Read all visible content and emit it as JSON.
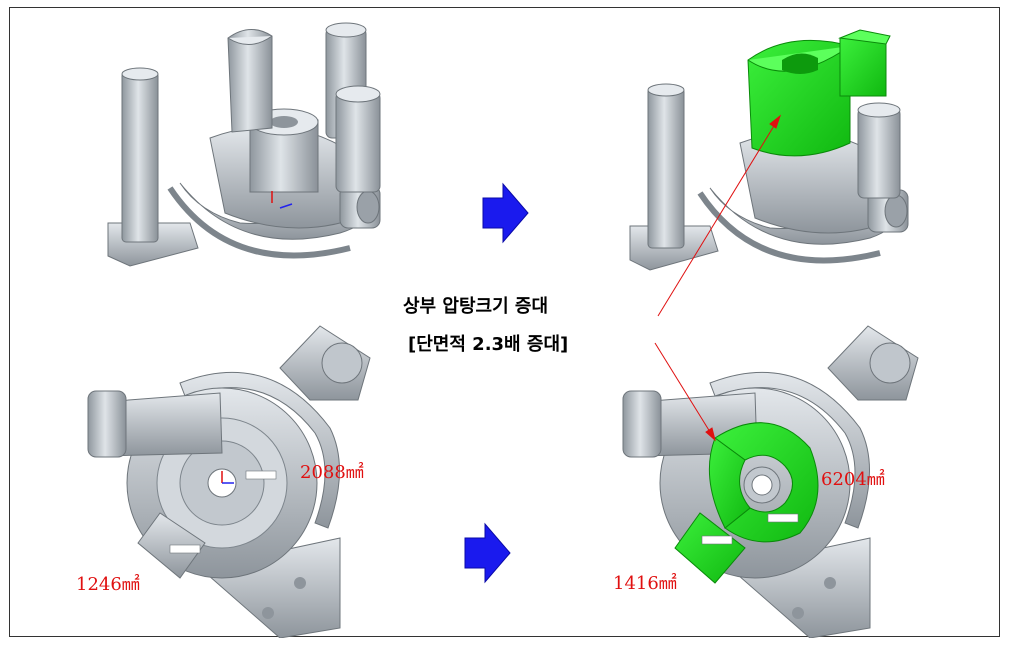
{
  "callout": {
    "line1": "상부 압탕크기 증대",
    "line2": "[단면적 2.3배 증대]"
  },
  "areas": {
    "before_large": "2088㎟",
    "before_small": "1246㎟",
    "after_large": "6204㎟",
    "after_small": "1416㎟"
  },
  "colors": {
    "part": "#c6ccd2",
    "part_shadow": "#8c939a",
    "enlarged": "#22e822",
    "arrow": "#1a1aee",
    "leader": "#e01010",
    "dim_text": "#e01010"
  },
  "icons": {
    "process_arrow": "right-arrow-icon"
  }
}
